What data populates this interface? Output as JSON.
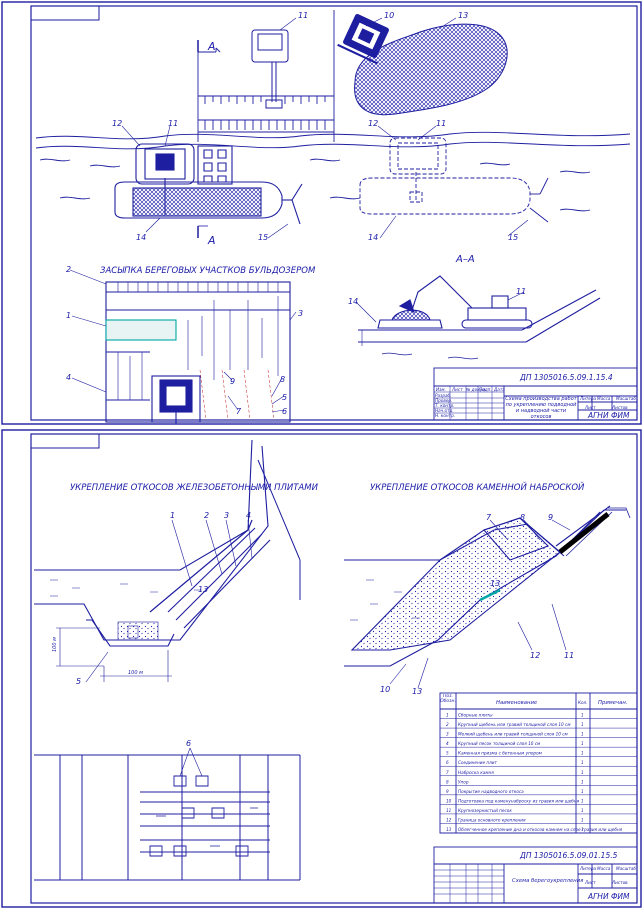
{
  "sheet1": {
    "section_label": "А",
    "section_title": "А–А",
    "subtitle": "ЗАСЫПКА БЕРЕГОВЫХ УЧАСТКОВ БУЛЬДОЗЕРОМ",
    "callouts_top": [
      "11",
      "10",
      "13",
      "12",
      "11",
      "14",
      "15",
      "12",
      "11",
      "14",
      "15"
    ],
    "callouts_bottom": [
      "2",
      "1",
      "3",
      "4",
      "9",
      "8",
      "7",
      "5",
      "6",
      "14",
      "11"
    ],
    "title_block": {
      "code": "ДП 1305016.5.09.1.15.4",
      "name": "Схема производства работ по укреплению подводной и надводной части откосов",
      "org": "АГНИ ФИМ",
      "col_lit": "Литера",
      "col_mass": "Масса",
      "col_scale": "Масштаб",
      "col_sheet": "Лист",
      "col_sheets": "Листов",
      "row_labels": [
        "Изм.",
        "Лист",
        "№ докум.",
        "Подп.",
        "Дата"
      ],
      "role_labels": [
        "Разраб.",
        "Провер.",
        "Т. контр.",
        "Нач.отд.",
        "Н. контр.",
        "Утверд."
      ]
    }
  },
  "sheet2": {
    "title_left": "УКРЕПЛЕНИЕ ОТКОСОВ ЖЕЛЕЗОБЕТОННЫМИ ПЛИТАМИ",
    "title_right": "УКРЕПЛЕНИЕ ОТКОСОВ КАМЕННОЙ НАБРОСКОЙ",
    "dim_v": "100 м",
    "dim_h": "100 м",
    "callouts_left": [
      "1",
      "2",
      "3",
      "4",
      "5",
      "13",
      "6"
    ],
    "callouts_right": [
      "7",
      "8",
      "9",
      "13",
      "12",
      "11",
      "10",
      "13"
    ],
    "spec_table": {
      "headers": [
        "Поз. Обозн.",
        "Наименование",
        "Кол.",
        "Примечан."
      ],
      "rows": [
        {
          "pos": "1",
          "name": "Сборные плиты",
          "qty": "1"
        },
        {
          "pos": "2",
          "name": "Крупный щебень или гравий толщиной слоя 10 см",
          "qty": "1"
        },
        {
          "pos": "3",
          "name": "Мелкий щебень или гравий толщиной слоя 10 см",
          "qty": "1"
        },
        {
          "pos": "4",
          "name": "Крупный песок толщиной слоя 10 см",
          "qty": "1"
        },
        {
          "pos": "5",
          "name": "Каменная призма с бетонным упором",
          "qty": "1"
        },
        {
          "pos": "6",
          "name": "Соединение плит",
          "qty": "1"
        },
        {
          "pos": "7",
          "name": "Наброска камня",
          "qty": "1"
        },
        {
          "pos": "8",
          "name": "Упор",
          "qty": "1"
        },
        {
          "pos": "9",
          "name": "Покрытие надводного откоса",
          "qty": "1"
        },
        {
          "pos": "10",
          "name": "Подготовка под каменунаброску из гравия или щебня",
          "qty": "1"
        },
        {
          "pos": "11",
          "name": "Крупнозернистый песок",
          "qty": "1"
        },
        {
          "pos": "12",
          "name": "Граница основного крепления",
          "qty": "1"
        },
        {
          "pos": "13",
          "name": "Облегченное крепление дна и откосов камнем на слое гравия или щебня",
          "qty": "1"
        }
      ]
    },
    "title_block": {
      "code": "ДП 1305016.5.09.01.15.5",
      "name": "Схема берегоукрепления",
      "org": "АГНИ ФИМ",
      "col_lit": "Литера",
      "col_mass": "Масса",
      "col_scale": "Масштаб",
      "col_sheet": "Лист",
      "col_sheets": "Листов"
    }
  },
  "colors": {
    "ink": "#1a1aa8",
    "frame": "#1e1ea0",
    "accent": "#00a6a6",
    "paper": "#ffffff"
  }
}
